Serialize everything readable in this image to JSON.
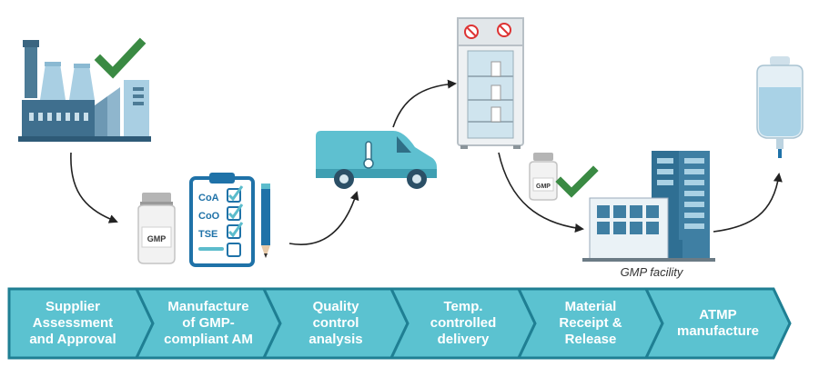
{
  "colors": {
    "chevron_fill": "#5bc2d0",
    "chevron_stroke": "#1f7f93",
    "check_green": "#3a8a43",
    "clipboard_blue": "#1f72a8",
    "van_teal": "#5ec0d0",
    "arrow": "#222222"
  },
  "icons": {
    "factory": "factory-icon",
    "check": "check-icon",
    "bottle": "bottle-icon",
    "clipboard": "clipboard-icon",
    "pencil": "pencil-icon",
    "van": "van-icon",
    "fridge": "fridge-icon",
    "building": "building-icon",
    "iv_bag": "iv-bag-icon"
  },
  "bottle_label": "GMP",
  "clipboard": {
    "items": [
      "CoA",
      "CoO",
      "TSE"
    ]
  },
  "facility_caption": "GMP facility",
  "steps": [
    {
      "lines": [
        "Supplier",
        "Assessment",
        "and Approval"
      ]
    },
    {
      "lines": [
        "Manufacture",
        "of GMP-",
        "compliant AM"
      ]
    },
    {
      "lines": [
        "Quality",
        "control",
        "analysis"
      ]
    },
    {
      "lines": [
        "Temp.",
        "controlled",
        "delivery"
      ]
    },
    {
      "lines": [
        "Material",
        "Receipt &",
        "Release"
      ]
    },
    {
      "lines": [
        "ATMP",
        "manufacture"
      ]
    }
  ]
}
